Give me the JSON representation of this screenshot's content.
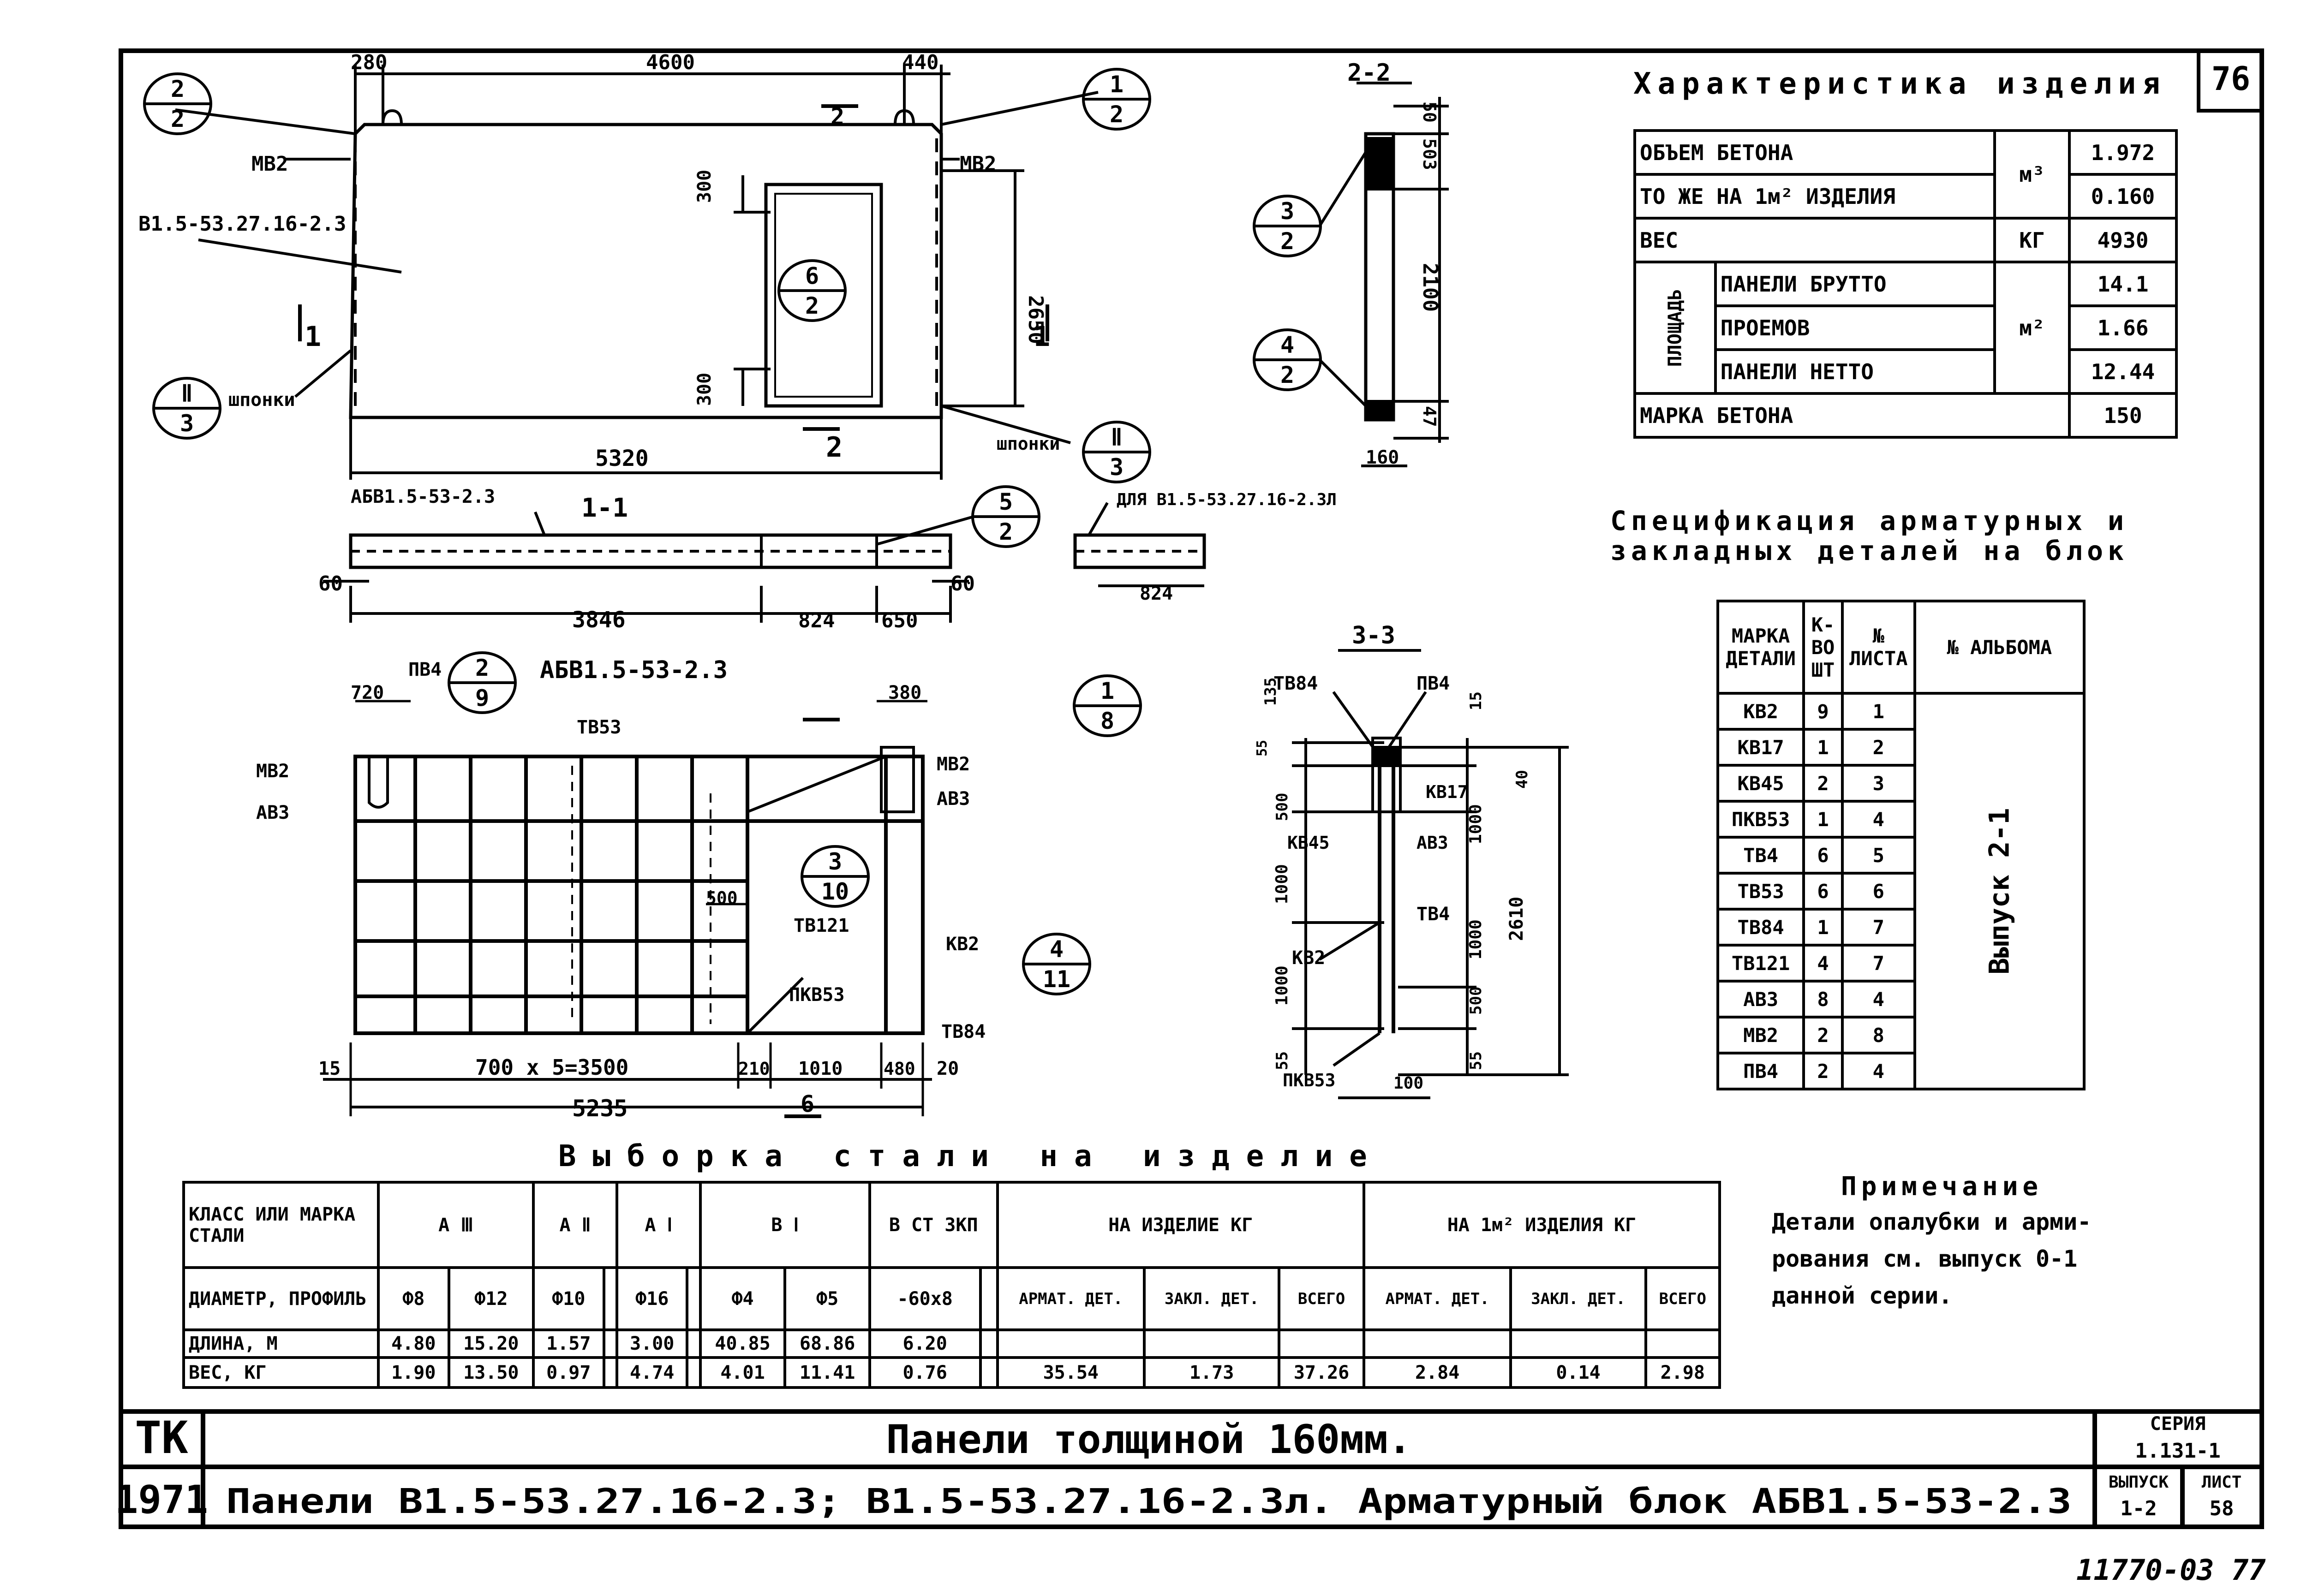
{
  "sheet": {
    "sheet_no_corner": "76",
    "handwritten_ref": "11770-03  77"
  },
  "characteristics": {
    "title": "Характеристика изделия",
    "rows": [
      {
        "label": "ОБЪЕМ БЕТОНА",
        "unit": "м³",
        "value": "1.972"
      },
      {
        "label": "ТО ЖЕ НА 1м² ИЗДЕЛИЯ",
        "unit": "",
        "value": "0.160"
      },
      {
        "label": "ВЕС",
        "unit": "КГ",
        "value": "4930"
      },
      {
        "label": "ПАНЕЛИ БРУТТО",
        "unit": "м²",
        "value": "14.1"
      },
      {
        "label": "ПРОЕМОВ",
        "unit": "",
        "value": "1.66"
      },
      {
        "label": "ПАНЕЛИ НЕТТО",
        "unit": "",
        "value": "12.44"
      },
      {
        "label": "МАРКА БЕТОНА",
        "unit": "",
        "value": "150"
      }
    ],
    "area_group_label": "ПЛОЩАДЬ"
  },
  "specification": {
    "title_line1": "Спецификация арматурных и",
    "title_line2": "закладных деталей на блок",
    "headers": [
      "МАРКА ДЕТАЛИ",
      "К-ВО ШТ",
      "№ ЛИСТА",
      "№ АЛЬБОМА"
    ],
    "rows": [
      [
        "КВ2",
        "9",
        "1"
      ],
      [
        "КВ17",
        "1",
        "2"
      ],
      [
        "КВ45",
        "2",
        "3"
      ],
      [
        "ПКВ53",
        "1",
        "4"
      ],
      [
        "ТВ4",
        "6",
        "5"
      ],
      [
        "ТВ53",
        "6",
        "6"
      ],
      [
        "ТВ84",
        "1",
        "7"
      ],
      [
        "ТВ121",
        "4",
        "7"
      ],
      [
        "АВ3",
        "8",
        "4"
      ],
      [
        "МВ2",
        "2",
        "8"
      ],
      [
        "ПВ4",
        "2",
        "4"
      ]
    ],
    "album_merged": "Выпуск 2-1"
  },
  "note": {
    "title": "Примечание",
    "line1": "Детали опалубки и арми-",
    "line2": "рования см. выпуск 0-1",
    "line3": "данной серии."
  },
  "steel": {
    "title": "Выборка стали на изделие",
    "h_class": "КЛАСС ИЛИ МАРКА СТАЛИ",
    "h_a3": "А Ⅲ",
    "h_a2": "А Ⅱ",
    "h_a1": "А Ⅰ",
    "h_b1": "В Ⅰ",
    "h_bst": "В СТ 3КП",
    "h_item": "НА ИЗДЕЛИЕ КГ",
    "h_m2": "НА 1м² ИЗДЕЛИЯ КГ",
    "h_diam": "ДИАМЕТР, ПРОФИЛЬ",
    "diam": [
      "Ф8",
      "Ф12",
      "Ф10",
      "",
      "Ф16",
      "",
      "Ф4",
      "Ф5",
      "-60х8",
      ""
    ],
    "sub": [
      "АРМАТ. ДЕТ.",
      "ЗАКЛ. ДЕТ.",
      "ВСЕГО",
      "АРМАТ. ДЕТ.",
      "ЗАКЛ. ДЕТ.",
      "ВСЕГО"
    ],
    "h_len": "ДЛИНА, М",
    "len": [
      "4.80",
      "15.20",
      "1.57",
      "",
      "3.00",
      "",
      "40.85",
      "68.86",
      "6.20",
      ""
    ],
    "h_weight": "ВЕС, КГ",
    "weight": [
      "1.90",
      "13.50",
      "0.97",
      "",
      "4.74",
      "",
      "4.01",
      "11.41",
      "0.76",
      ""
    ],
    "weight_tot": [
      "35.54",
      "1.73",
      "37.26",
      "2.84",
      "0.14",
      "2.98"
    ]
  },
  "title_block": {
    "tk": "ТК",
    "year": "1971",
    "title1": "Панели толщиной 160мм.",
    "title2": "Панели В1.5-53.27.16-2.3;  В1.5-53.27.16-2.3л.  Арматурный блок АБВ1.5-53-2.3",
    "series_label": "СЕРИЯ",
    "series": "1.131-1",
    "issue_label": "ВЫПУСК",
    "issue": "1-2",
    "sheet_label": "ЛИСТ",
    "sheet": "58"
  },
  "drawing": {
    "dims_top": [
      "280",
      "4600",
      "440"
    ],
    "dim_height": "2650",
    "dim_300a": "300",
    "dim_300b": "300",
    "dim_total": "5320",
    "mark_panel": "В1.5-53.27.16-2.3",
    "mb2": "МВ2",
    "shponki": "шпонки",
    "sec1": "1",
    "sec2": "2",
    "circ": [
      [
        "2",
        "2"
      ],
      [
        "1",
        "2"
      ],
      [
        "6",
        "2"
      ],
      [
        "Ⅱ",
        "3"
      ],
      [
        "Ⅱ",
        "3"
      ],
      [
        "3",
        "2"
      ],
      [
        "4",
        "2"
      ],
      [
        "5",
        "2"
      ],
      [
        "2",
        "9"
      ],
      [
        "1",
        "8"
      ],
      [
        "3",
        "10"
      ],
      [
        "4",
        "11"
      ]
    ],
    "sec22_title": "2-2",
    "sec22_dims": [
      "50",
      "503",
      "2100",
      "47",
      "160"
    ],
    "sec11_title": "1-1",
    "sec11_label": "АБВ1.5-53-2.3",
    "sec11_label2": "ДЛЯ В1.5-53.27.16-2.3Л",
    "sec11_dims": [
      "60",
      "3846",
      "824",
      "650",
      "60",
      "824"
    ],
    "block_label": "АБВ1.5-53-2.3",
    "block_marks": [
      "ПВ4",
      "ТВ53",
      "МВ2",
      "АВ3",
      "МВ2",
      "АВ3",
      "ТВ121",
      "КВ2",
      "ПКВ53",
      "ТВ84"
    ],
    "block_dims": [
      "720",
      "380",
      "500",
      "15",
      "700 х 5=3500",
      "210",
      "1010",
      "480",
      "20",
      "5235"
    ],
    "sec33_title": "3-3",
    "sec33_marks": [
      "ТВ84",
      "ПВ4",
      "КВ17",
      "КВ45",
      "АВ3",
      "ТВ4",
      "КВ2",
      "ПКВ53"
    ],
    "sec33_dims_left": [
      "135",
      "55",
      "500",
      "1000",
      "1000",
      "55"
    ],
    "sec33_dims_right": [
      "15",
      "40",
      "1000",
      "1000",
      "500",
      "55",
      "2610",
      "100"
    ]
  }
}
